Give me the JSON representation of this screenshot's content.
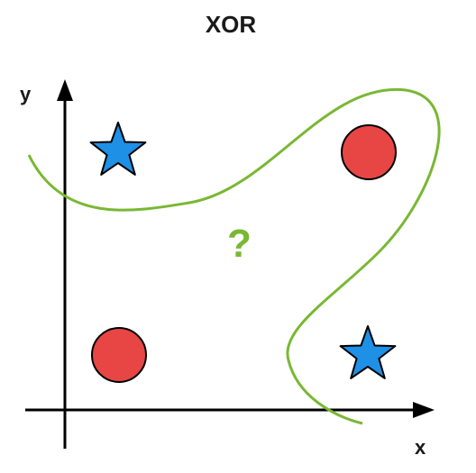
{
  "diagram": {
    "title": "XOR",
    "x_axis_label": "x",
    "y_axis_label": "y",
    "question_mark": "?",
    "colors": {
      "axis": "#000000",
      "star": "#1e90e6",
      "circle": "#e84545",
      "boundary": "#79b833",
      "question": "#79b833"
    },
    "points": [
      {
        "quadrant": "top-left",
        "marker": "star"
      },
      {
        "quadrant": "top-right",
        "marker": "circle"
      },
      {
        "quadrant": "bottom-left",
        "marker": "circle"
      },
      {
        "quadrant": "bottom-right",
        "marker": "star"
      }
    ],
    "icons": {
      "star": "star-icon",
      "circle": "circle-icon"
    }
  }
}
